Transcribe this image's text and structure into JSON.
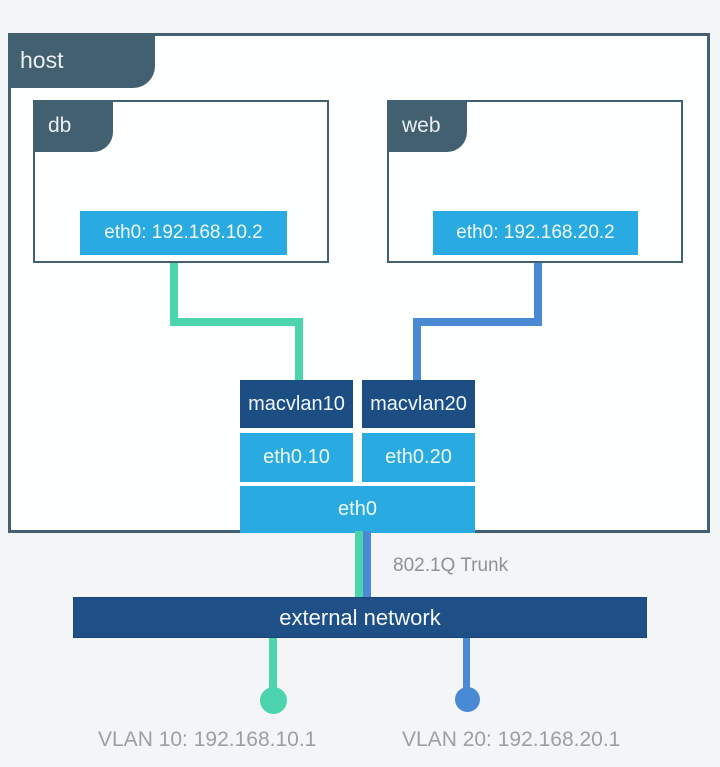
{
  "diagram": {
    "host": {
      "label": "host"
    },
    "containers": [
      {
        "name": "db",
        "interface_label": "eth0: 192.168.10.2"
      },
      {
        "name": "web",
        "interface_label": "eth0: 192.168.20.2"
      }
    ],
    "host_interfaces": {
      "macvlan10": "macvlan10",
      "macvlan20": "macvlan20",
      "vlan_sub_10": "eth0.10",
      "vlan_sub_20": "eth0.20",
      "parent": "eth0"
    },
    "trunk_label": "802.1Q Trunk",
    "external_network": {
      "label": "external network"
    },
    "gateways": [
      {
        "label": "VLAN 10: 192.168.10.1"
      },
      {
        "label": "VLAN 20: 192.168.20.1"
      }
    ],
    "colors": {
      "tab_slate": "#42606f",
      "light_blue": "#29abe2",
      "navy": "#1d4e83",
      "external_navy": "#1f4f87",
      "teal_link": "#4cd4ae",
      "blue_link": "#4a89d4",
      "trunk_text": "#8e9296",
      "gateway_text": "#9aa0a4",
      "background": "#f3f5f6"
    }
  }
}
